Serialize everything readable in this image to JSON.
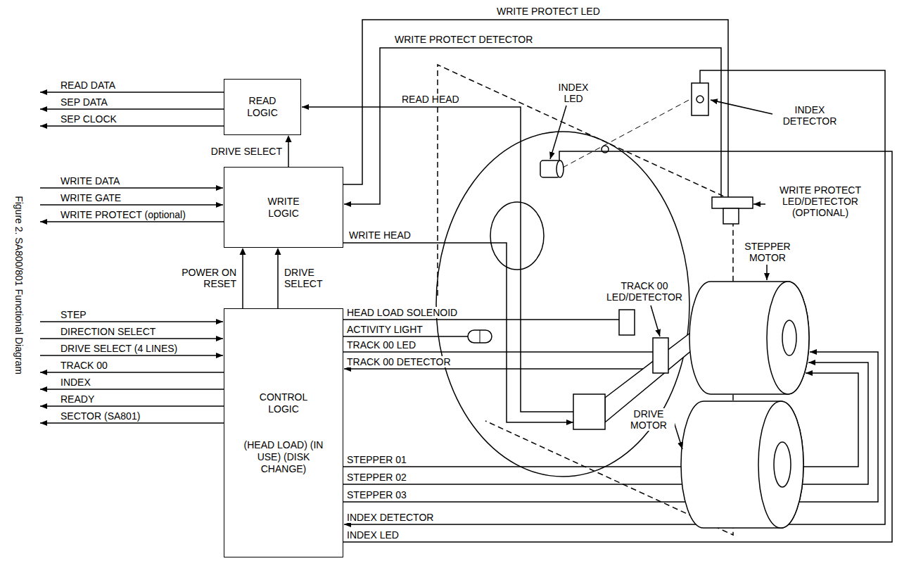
{
  "diagram": {
    "caption": "Figure 2. SA800/801 Functional Diagram",
    "nodes": [
      {
        "text": [
          "READ LOGIC"
        ]
      },
      {
        "text": [
          "WRITE LOGIC"
        ]
      },
      {
        "text": [
          "CONTROL LOGIC",
          "(HEAD LOAD) (IN USE) (DISK CHANGE)"
        ]
      }
    ],
    "edges": [
      {
        "from": 1,
        "to": 0,
        "label": "DRIVE SELECT",
        "arrow": "to"
      },
      {
        "from": 2,
        "to": 1,
        "label": "POWER ON RESET",
        "arrow": "to"
      },
      {
        "from": 2,
        "to": 1,
        "label": "DRIVE SELECT",
        "arrow": "to"
      }
    ],
    "labels": [
      "READ DATA",
      "SEP DATA",
      "SEP CLOCK",
      "WRITE DATA",
      "WRITE GATE",
      "WRITE PROTECT (optional)",
      "STEP",
      "DIRECTION SELECT",
      "DRIVE SELECT (4 LINES)",
      "TRACK 00",
      "INDEX",
      "READY",
      "SECTOR (SA801)",
      "WRITE PROTECT LED",
      "WRITE PROTECT DETECTOR",
      "READ HEAD",
      "WRITE HEAD",
      "HEAD LOAD SOLENOID",
      "ACTIVITY LIGHT",
      "TRACK 00 LED",
      "TRACK 00 DETECTOR",
      "STEPPER 01",
      "STEPPER 02",
      "STEPPER 03",
      "INDEX DETECTOR",
      "INDEX LED",
      "INDEX DETECTOR",
      "INDEX LED",
      "WRITE PROTECT LED/DETECTOR (OPTIONAL)",
      "STEPPER MOTOR",
      "TRACK 00 LED/DETECTOR",
      "DRIVE MOTOR"
    ]
  }
}
